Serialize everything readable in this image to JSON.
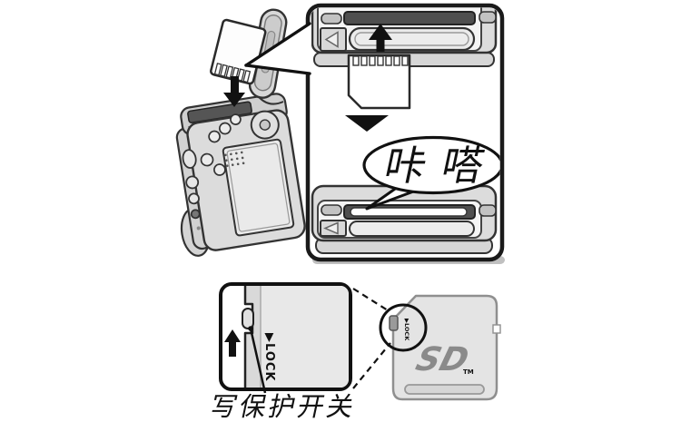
{
  "illustration": {
    "click_bubble": {
      "text": "咔嗒"
    },
    "write_protect": {
      "caption": "写保护开关",
      "lock_label": "▶LOCK"
    },
    "sd_card": {
      "logo_text": "SD",
      "trademark": "TM",
      "lock_label": "▶LOCK"
    },
    "colors": {
      "outline": "#1a1a1a",
      "body_gray": "#dcdcdc",
      "slot_dark": "#4f4f4f",
      "card_gray": "#e4e4e4",
      "logo_gray": "#8a8a8a"
    }
  }
}
